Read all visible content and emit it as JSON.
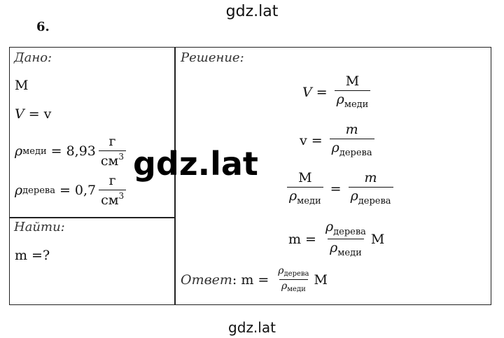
{
  "watermark": {
    "top": "gdz.lat",
    "center": "gdz.lat",
    "bottom": "gdz.lat"
  },
  "task_number": "6.",
  "given": {
    "header": "Дано:",
    "line1": "M",
    "line2_lhs": "V",
    "line2_rhs": "v",
    "rho_copper": {
      "symbol": "ρ",
      "sub": "меди",
      "value": "8,93",
      "unit_num": "г",
      "unit_den": "см",
      "unit_exp": "3"
    },
    "rho_wood": {
      "symbol": "ρ",
      "sub": "дерева",
      "value": "0,7",
      "unit_num": "г",
      "unit_den": "см",
      "unit_exp": "3"
    }
  },
  "find": {
    "header": "Найти:",
    "line": "m =?"
  },
  "solution": {
    "header": "Решение:",
    "eq1": {
      "lhs": "V",
      "num": "M",
      "den_sym": "ρ",
      "den_sub": "меди"
    },
    "eq2": {
      "lhs": "v",
      "num": "m",
      "den_sym": "ρ",
      "den_sub": "дерева"
    },
    "eq3": {
      "l_num": "M",
      "l_den_sym": "ρ",
      "l_den_sub": "меди",
      "r_num": "m",
      "r_den_sym": "ρ",
      "r_den_sub": "дерева"
    },
    "eq4": {
      "lhs": "m",
      "num_sym": "ρ",
      "num_sub": "дерева",
      "den_sym": "ρ",
      "den_sub": "меди",
      "tail": "M"
    },
    "answer": {
      "label": "Ответ",
      "lhs": "m",
      "num_sym": "ρ",
      "num_sub": "дерева",
      "den_sym": "ρ",
      "den_sub": "меди",
      "tail": "M"
    }
  }
}
